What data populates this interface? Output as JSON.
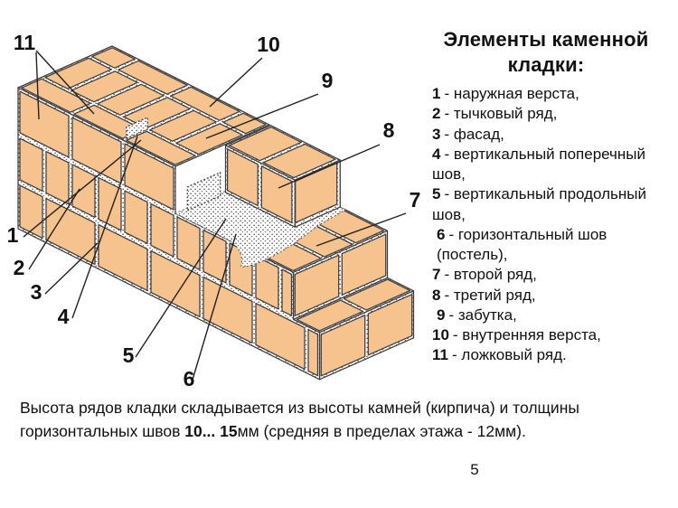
{
  "colors": {
    "brick": "#f6c28e",
    "outline": "#3d3d3d",
    "mortar_dot": "#555555",
    "background": "#ffffff",
    "text": "#111111"
  },
  "diagram": {
    "labels": [
      {
        "text": "11"
      },
      {
        "text": "10"
      },
      {
        "text": "9"
      },
      {
        "text": "8"
      },
      {
        "text": "7"
      },
      {
        "text": "1"
      },
      {
        "text": "2"
      },
      {
        "text": "3"
      },
      {
        "text": "4"
      },
      {
        "text": "5"
      },
      {
        "text": "6"
      }
    ]
  },
  "panel": {
    "title": "Элементы каменной кладки:",
    "items": [
      {
        "num": "1",
        "text": "- наружная верста,"
      },
      {
        "num": "2",
        "text": "- тычковый ряд,"
      },
      {
        "num": "3",
        "text": "- фасад,"
      },
      {
        "num": "4",
        "text": "- вертикальный поперечный шов,"
      },
      {
        "num": "5",
        "text": "- вертикальный продольный шов,"
      },
      {
        "num": "6",
        "text": "- горизонтальный шов (постель),"
      },
      {
        "num": "7",
        "text": "- второй ряд,"
      },
      {
        "num": "8",
        "text": "- третий ряд,"
      },
      {
        "num": "9",
        "text": "- забутка,"
      },
      {
        "num": "10",
        "text": "- внутренняя верста,"
      },
      {
        "num": "11",
        "text": "- ложковый ряд."
      }
    ]
  },
  "caption": {
    "part1": "Высота рядов кладки складывается из высоты камней (кирпича) и толщины горизонтальных швов ",
    "bold": "10... 15",
    "part2": "мм (средняя в пределах этажа - 12мм)."
  },
  "page_number": "5"
}
